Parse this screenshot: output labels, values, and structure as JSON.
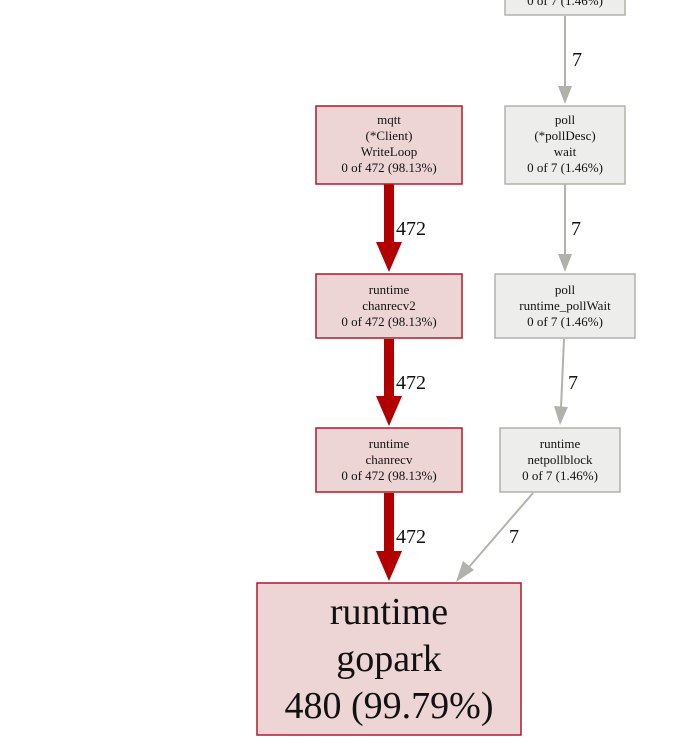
{
  "colors": {
    "hot_fill": "#edd5d5",
    "hot_border": "#b2182b",
    "hot_edge": "#b20000",
    "cold_fill": "#ededec",
    "cold_border": "#b2b2ac",
    "cold_edge": "#b2b2ac"
  },
  "nodes": {
    "top_cut": {
      "lines": [
        "0 of 7 (1.46%)"
      ]
    },
    "writeloop": {
      "lines": [
        "mqtt",
        "(*Client)",
        "WriteLoop",
        "0 of 472 (98.13%)"
      ]
    },
    "polldesc_wait": {
      "lines": [
        "poll",
        "(*pollDesc)",
        "wait",
        "0 of 7 (1.46%)"
      ]
    },
    "chanrecv2": {
      "lines": [
        "runtime",
        "chanrecv2",
        "0 of 472 (98.13%)"
      ]
    },
    "pollwait": {
      "lines": [
        "poll",
        "runtime_pollWait",
        "0 of 7 (1.46%)"
      ]
    },
    "chanrecv": {
      "lines": [
        "runtime",
        "chanrecv",
        "0 of 472 (98.13%)"
      ]
    },
    "netpollblock": {
      "lines": [
        "runtime",
        "netpollblock",
        "0 of 7 (1.46%)"
      ]
    },
    "gopark": {
      "lines": [
        "runtime",
        "gopark",
        "480 (99.79%)"
      ]
    }
  },
  "edges": {
    "top_to_wait": "7",
    "writeloop_to_chanrecv2": "472",
    "wait_to_pollwait": "7",
    "chanrecv2_to_chanrecv": "472",
    "pollwait_to_netpollblock": "7",
    "chanrecv_to_gopark": "472",
    "netpollblock_to_gopark": "7"
  }
}
